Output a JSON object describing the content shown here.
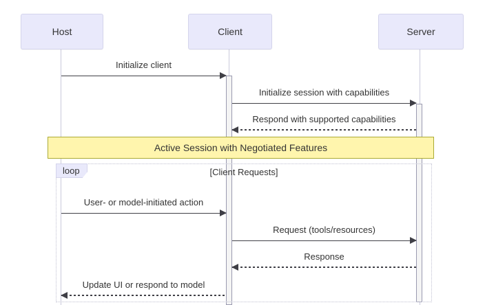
{
  "diagram": {
    "type": "sequence",
    "actors": [
      {
        "name": "Host"
      },
      {
        "name": "Client"
      },
      {
        "name": "Server"
      }
    ],
    "messages": [
      {
        "from": "Host",
        "to": "Client",
        "label": "Initialize client",
        "style": "solid"
      },
      {
        "from": "Client",
        "to": "Server",
        "label": "Initialize session with capabilities",
        "style": "solid"
      },
      {
        "from": "Server",
        "to": "Client",
        "label": "Respond with supported capabilities",
        "style": "dashed"
      },
      {
        "from": "Host",
        "to": "Client",
        "label": "User- or model-initiated action",
        "style": "solid"
      },
      {
        "from": "Client",
        "to": "Server",
        "label": "Request (tools/resources)",
        "style": "solid"
      },
      {
        "from": "Server",
        "to": "Client",
        "label": "Response",
        "style": "dashed"
      },
      {
        "from": "Client",
        "to": "Host",
        "label": "Update UI or respond to model",
        "style": "dashed"
      }
    ],
    "note": {
      "label": "Active Session with Negotiated Features"
    },
    "loop": {
      "keyword": "loop",
      "condition": "[Client Requests]"
    }
  },
  "colors": {
    "actor_fill": "#e9e9fb",
    "actor_border": "#d4d4ec",
    "label_fill": "#e9e9fb",
    "note_fill": "#fff5ad",
    "note_border": "#aaaa33",
    "text": "#333333",
    "line": "#3f3f46",
    "lifeline": "#c9c9db",
    "activation_fill": "#f4f4f4",
    "activation_border": "#9a9ab0",
    "frame_border": "#bfbfd1"
  }
}
